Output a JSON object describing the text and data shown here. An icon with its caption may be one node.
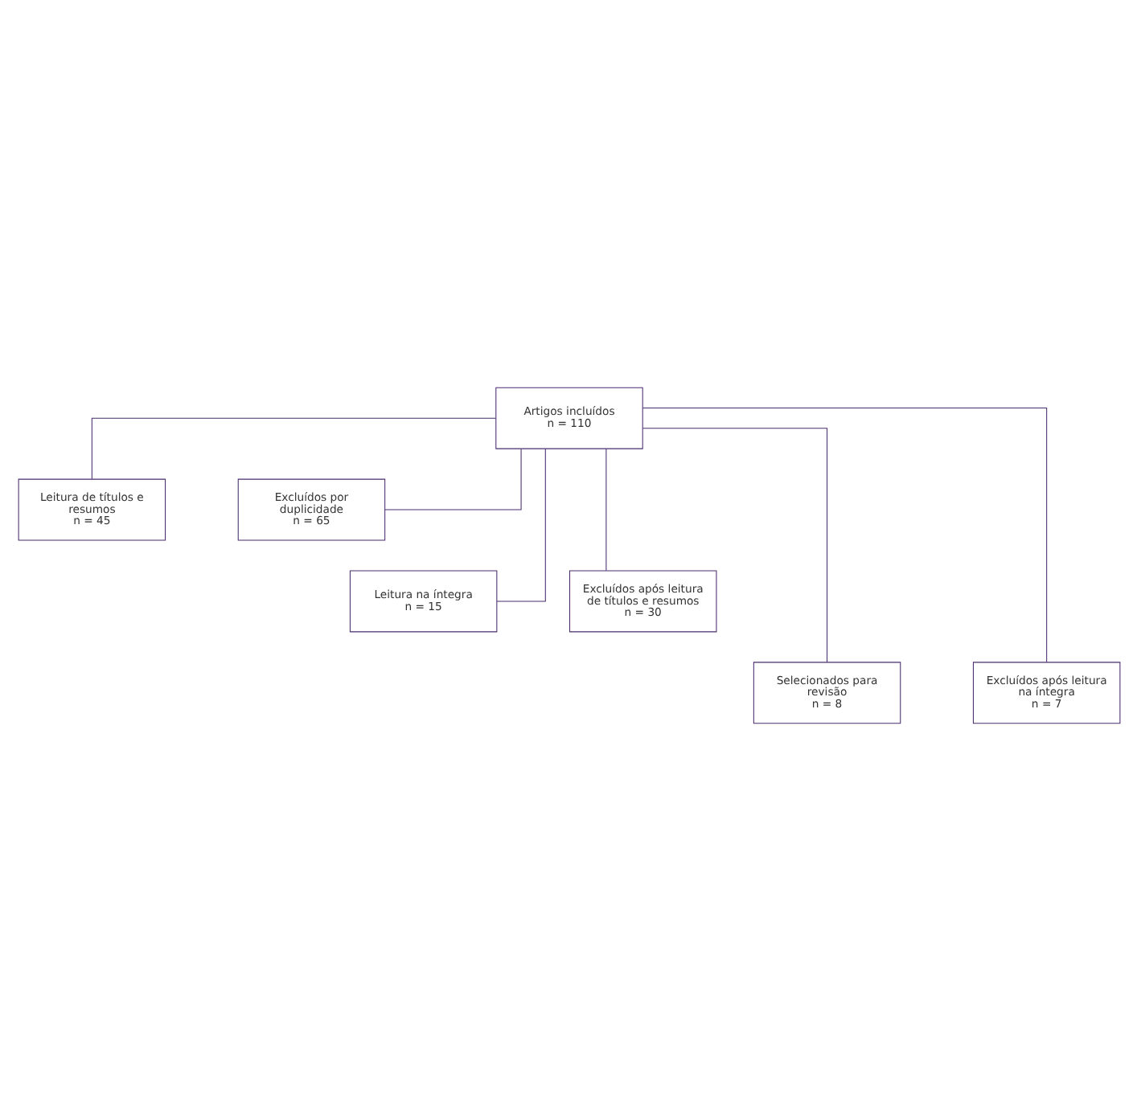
{
  "diagram": {
    "nodes": [
      {
        "text": [
          "Artigos incluídos",
          "n = 110"
        ]
      },
      {
        "text": [
          "Leitura de títulos e resumos",
          "n = 45"
        ]
      },
      {
        "text": [
          "Excluídos por duplicidade",
          "n = 65"
        ]
      },
      {
        "text": [
          "Leitura na íntegra",
          "n = 15"
        ]
      },
      {
        "text": [
          "Excluídos após leitura de títulos e resumos",
          "n = 30"
        ]
      },
      {
        "text": [
          "Selecionados para revisão",
          "n = 8"
        ]
      },
      {
        "text": [
          "Excluídos após leitura na íntegra",
          "n = 7"
        ]
      }
    ],
    "edges": [
      {
        "from": 0,
        "to": 1,
        "arrow": "none"
      },
      {
        "from": 0,
        "to": 2,
        "arrow": "none"
      },
      {
        "from": 0,
        "to": 3,
        "arrow": "none"
      },
      {
        "from": 0,
        "to": 4,
        "arrow": "none"
      },
      {
        "from": 0,
        "to": 5,
        "arrow": "none"
      },
      {
        "from": 0,
        "to": 6,
        "arrow": "none"
      }
    ]
  }
}
